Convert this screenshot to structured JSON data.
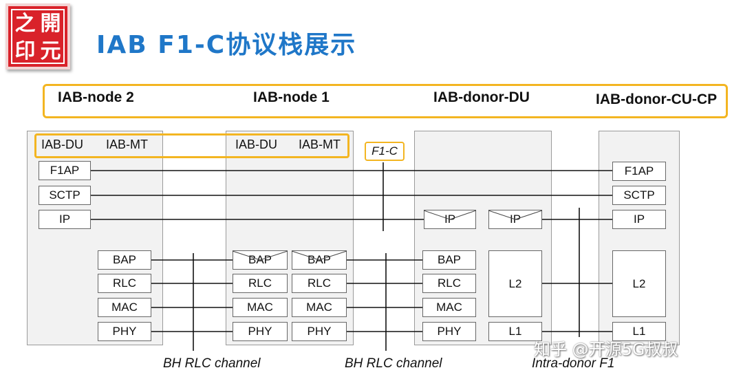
{
  "logo": {
    "chars": [
      "之",
      "開",
      "印",
      "元"
    ]
  },
  "title": "IAB F1-C协议栈展示",
  "header": {
    "node2": "IAB-node 2",
    "node1": "IAB-node 1",
    "donor_du": "IAB-donor-DU",
    "donor_cu": "IAB-donor-CU-CP"
  },
  "node2": {
    "du": "IAB-DU",
    "mt": "IAB-MT",
    "f1ap": "F1AP",
    "sctp": "SCTP",
    "ip": "IP",
    "bap": "BAP",
    "rlc": "RLC",
    "mac": "MAC",
    "phy": "PHY"
  },
  "node1": {
    "du": "IAB-DU",
    "mt": "IAB-MT",
    "bap_a": "BAP",
    "bap_b": "BAP",
    "rlc_a": "RLC",
    "rlc_b": "RLC",
    "mac_a": "MAC",
    "mac_b": "MAC",
    "phy_a": "PHY",
    "phy_b": "PHY"
  },
  "f1c_label": "F1-C",
  "donor_du": {
    "ip_a": "IP",
    "ip_b": "IP",
    "bap": "BAP",
    "rlc": "RLC",
    "mac": "MAC",
    "phy": "PHY",
    "l2": "L2",
    "l1": "L1"
  },
  "donor_cu": {
    "f1ap": "F1AP",
    "sctp": "SCTP",
    "ip": "IP",
    "l2": "L2",
    "l1": "L1"
  },
  "captions": {
    "bh1": "BH RLC channel",
    "bh2": "BH RLC channel",
    "intra": "Intra-donor F1"
  },
  "watermark": "知乎 @开源5G叔叔"
}
